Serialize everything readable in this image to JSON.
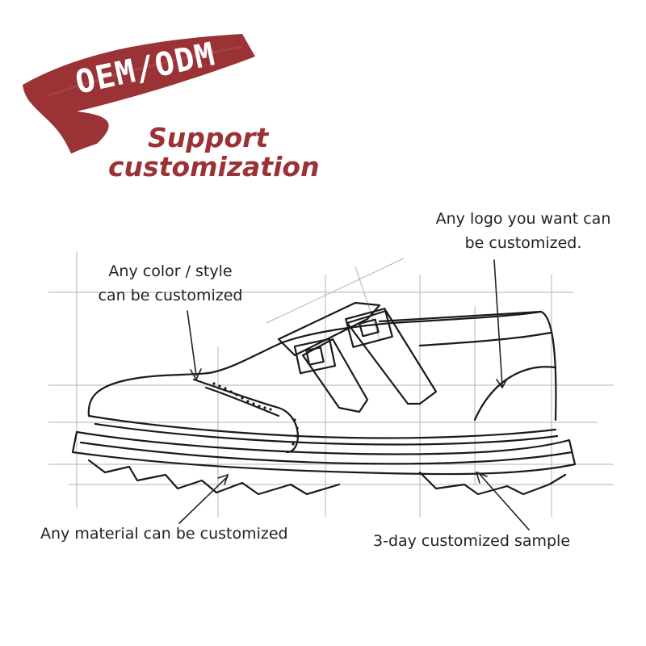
{
  "badge": {
    "label": "OEM/ODM",
    "color": "#9a3236"
  },
  "headline": {
    "line1": "Support",
    "line2": "customization"
  },
  "callouts": {
    "logo": {
      "line1": "Any logo you want can",
      "line2": "be customized."
    },
    "color_style": {
      "line1": "Any color / style",
      "line2": "can be customized"
    },
    "material": "Any material can be customized",
    "sample": "3-day customized sample"
  },
  "illustration": {
    "subject": "double-monk-strap-shoe-sketch"
  }
}
